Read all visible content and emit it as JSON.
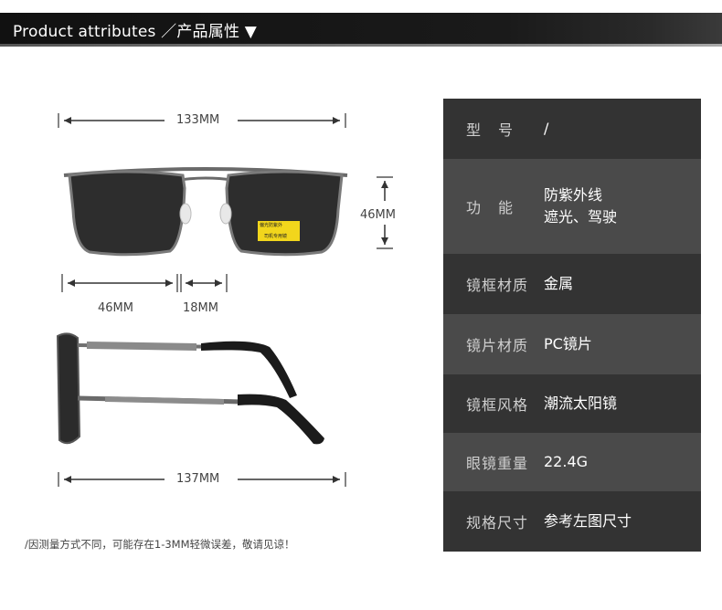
{
  "header": {
    "title": "Product attributes ／产品属性 ▼"
  },
  "dimensions": {
    "total_width": "133MM",
    "lens_height": "46MM",
    "lens_width": "46MM",
    "bridge_width": "18MM",
    "temple_length": "137MM"
  },
  "note": "/因测量方式不同，可能存在1-3MM轻微误差，敬请见谅！",
  "lens_sticker": {
    "line1": "偏光防紫外",
    "line2": "司机专用镜"
  },
  "attributes": [
    {
      "label": "型号",
      "value": "/"
    },
    {
      "label": "功能",
      "value": "防紫外线\n遮光、驾驶"
    },
    {
      "label": "镜框材质",
      "value": "金属"
    },
    {
      "label": "镜片材质",
      "value": "PC镜片"
    },
    {
      "label": "镜框风格",
      "value": "潮流太阳镜"
    },
    {
      "label": "眼镜重量",
      "value": "22.4G"
    },
    {
      "label": "规格尺寸",
      "value": "参考左图尺寸"
    }
  ],
  "colors": {
    "row_dark": "#333333",
    "row_light": "#4a4a4a",
    "header_bg": "#111111"
  }
}
